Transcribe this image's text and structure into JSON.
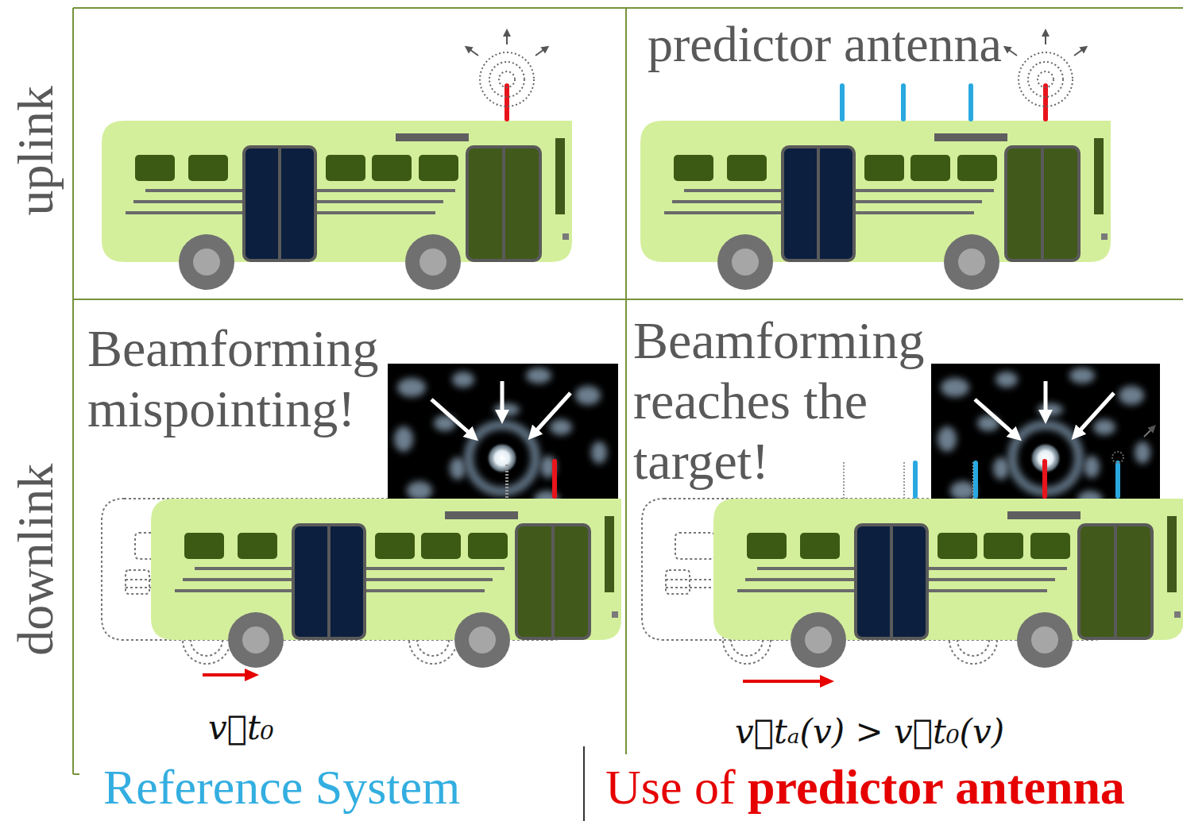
{
  "diagram": {
    "labels": [
      "uplink",
      "downlink",
      "predictor antenna",
      "Beamforming mispointing!",
      "Beamforming reaches the target!",
      "v⃗t₀",
      "v⃗tₐ(v) > v⃗t₀(v)",
      "Reference System",
      "Use of",
      "predictor antenna"
    ]
  }
}
